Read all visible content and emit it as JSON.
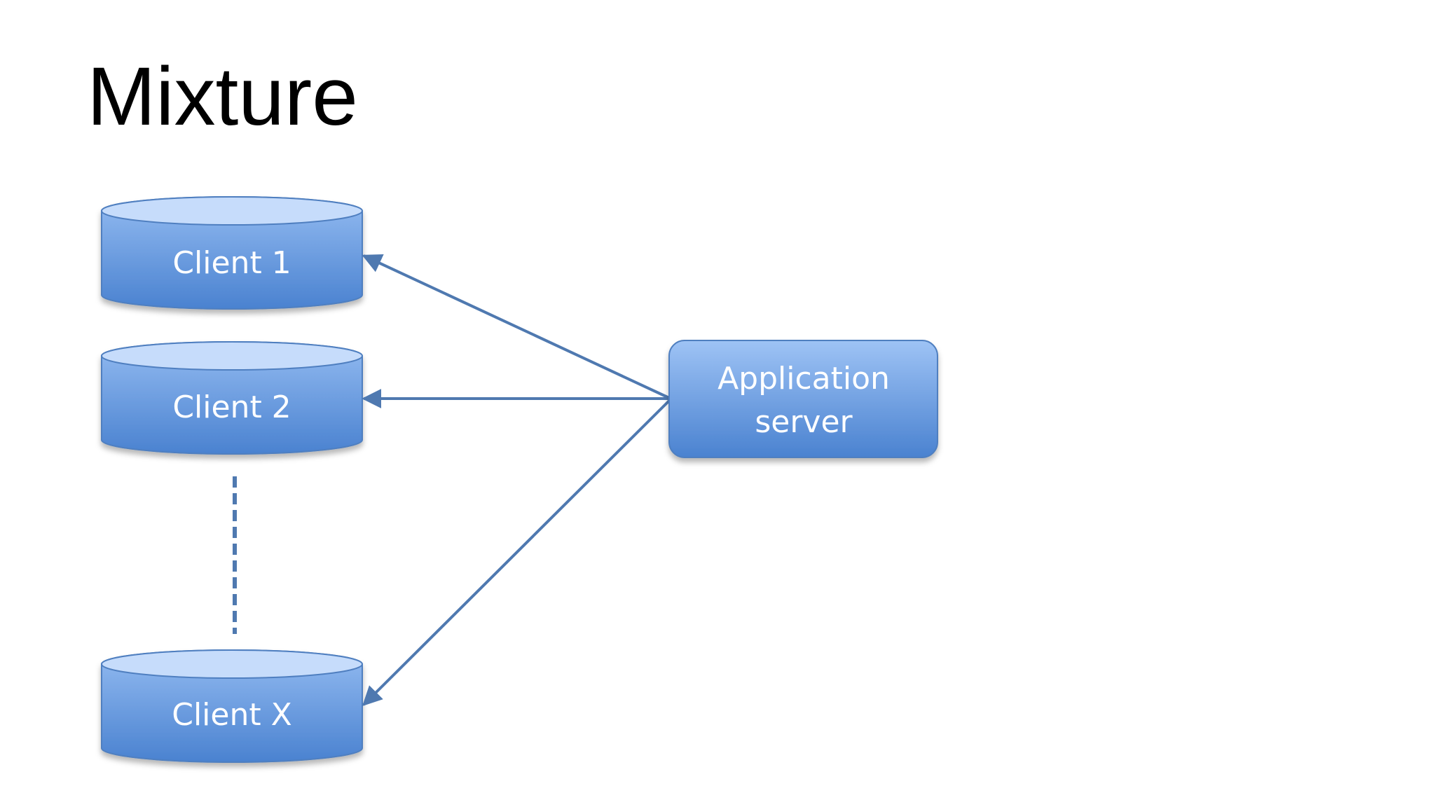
{
  "slide": {
    "title": "Mixture"
  },
  "diagram": {
    "clients": [
      {
        "label": "Client 1"
      },
      {
        "label": "Client 2"
      },
      {
        "label": "Client X"
      }
    ],
    "server": {
      "label_line1": "Application",
      "label_line2": "server"
    },
    "colors": {
      "shape_top": "#c6dcfb",
      "shape_fill_light": "#90b8ef",
      "shape_fill_dark": "#4a82d0",
      "outline": "#4f7fc0",
      "connector": "#4f79b0"
    }
  }
}
